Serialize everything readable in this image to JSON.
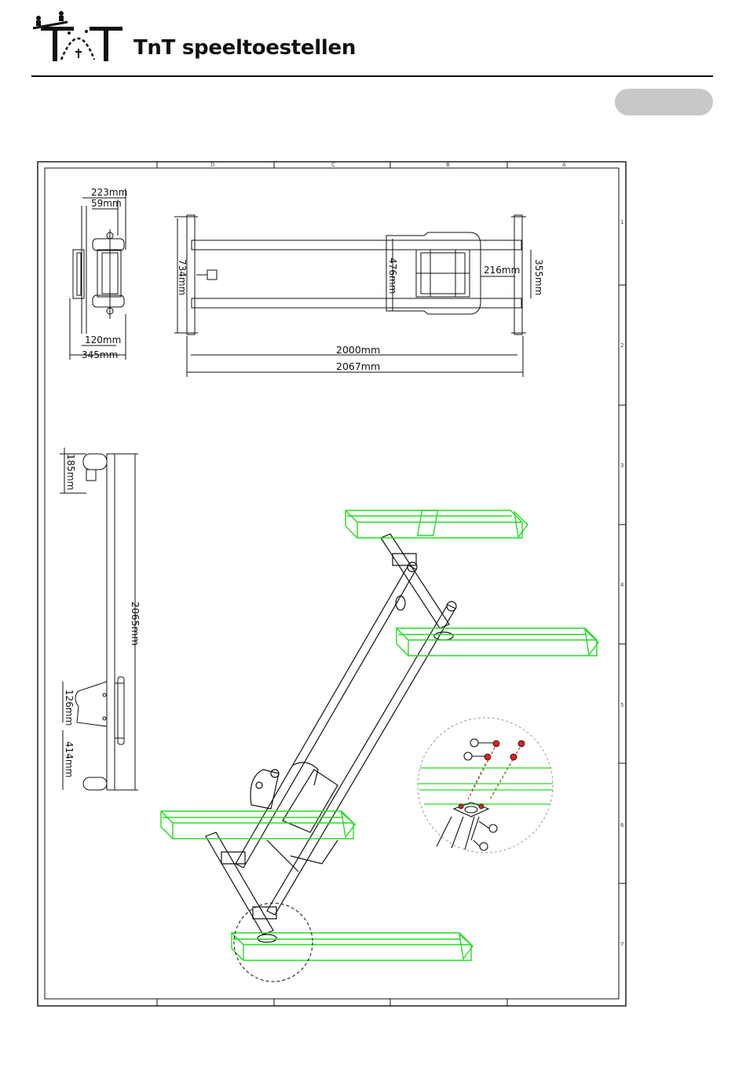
{
  "header": {
    "brand": "TnT speeltoestellen",
    "logo_icon": "tnt-seesaw-logo-icon"
  },
  "frame": {
    "top_zones": [
      "D",
      "C",
      "B",
      "A"
    ],
    "right_zones": [
      "1",
      "2",
      "3",
      "4",
      "5",
      "6",
      "7"
    ]
  },
  "dimensions": {
    "side_top_width": "223mm",
    "side_inner_width": "59mm",
    "side_bottom_inner": "120mm",
    "side_bottom_width": "345mm",
    "top_height": "734mm",
    "top_seat_width": "476mm",
    "top_seat_offset": "216mm",
    "top_right_height": "355mm",
    "top_inner_length": "2000mm",
    "top_total_length": "2067mm",
    "front_top": "185mm",
    "front_total": "2065mm",
    "front_mid": "126mm",
    "front_lower": "414mm"
  },
  "colors": {
    "line": "#111111",
    "highlight": "#22dd22",
    "explode_red": "#e02020",
    "explode_green": "#33cc33",
    "pill": "#c8c8c8"
  }
}
